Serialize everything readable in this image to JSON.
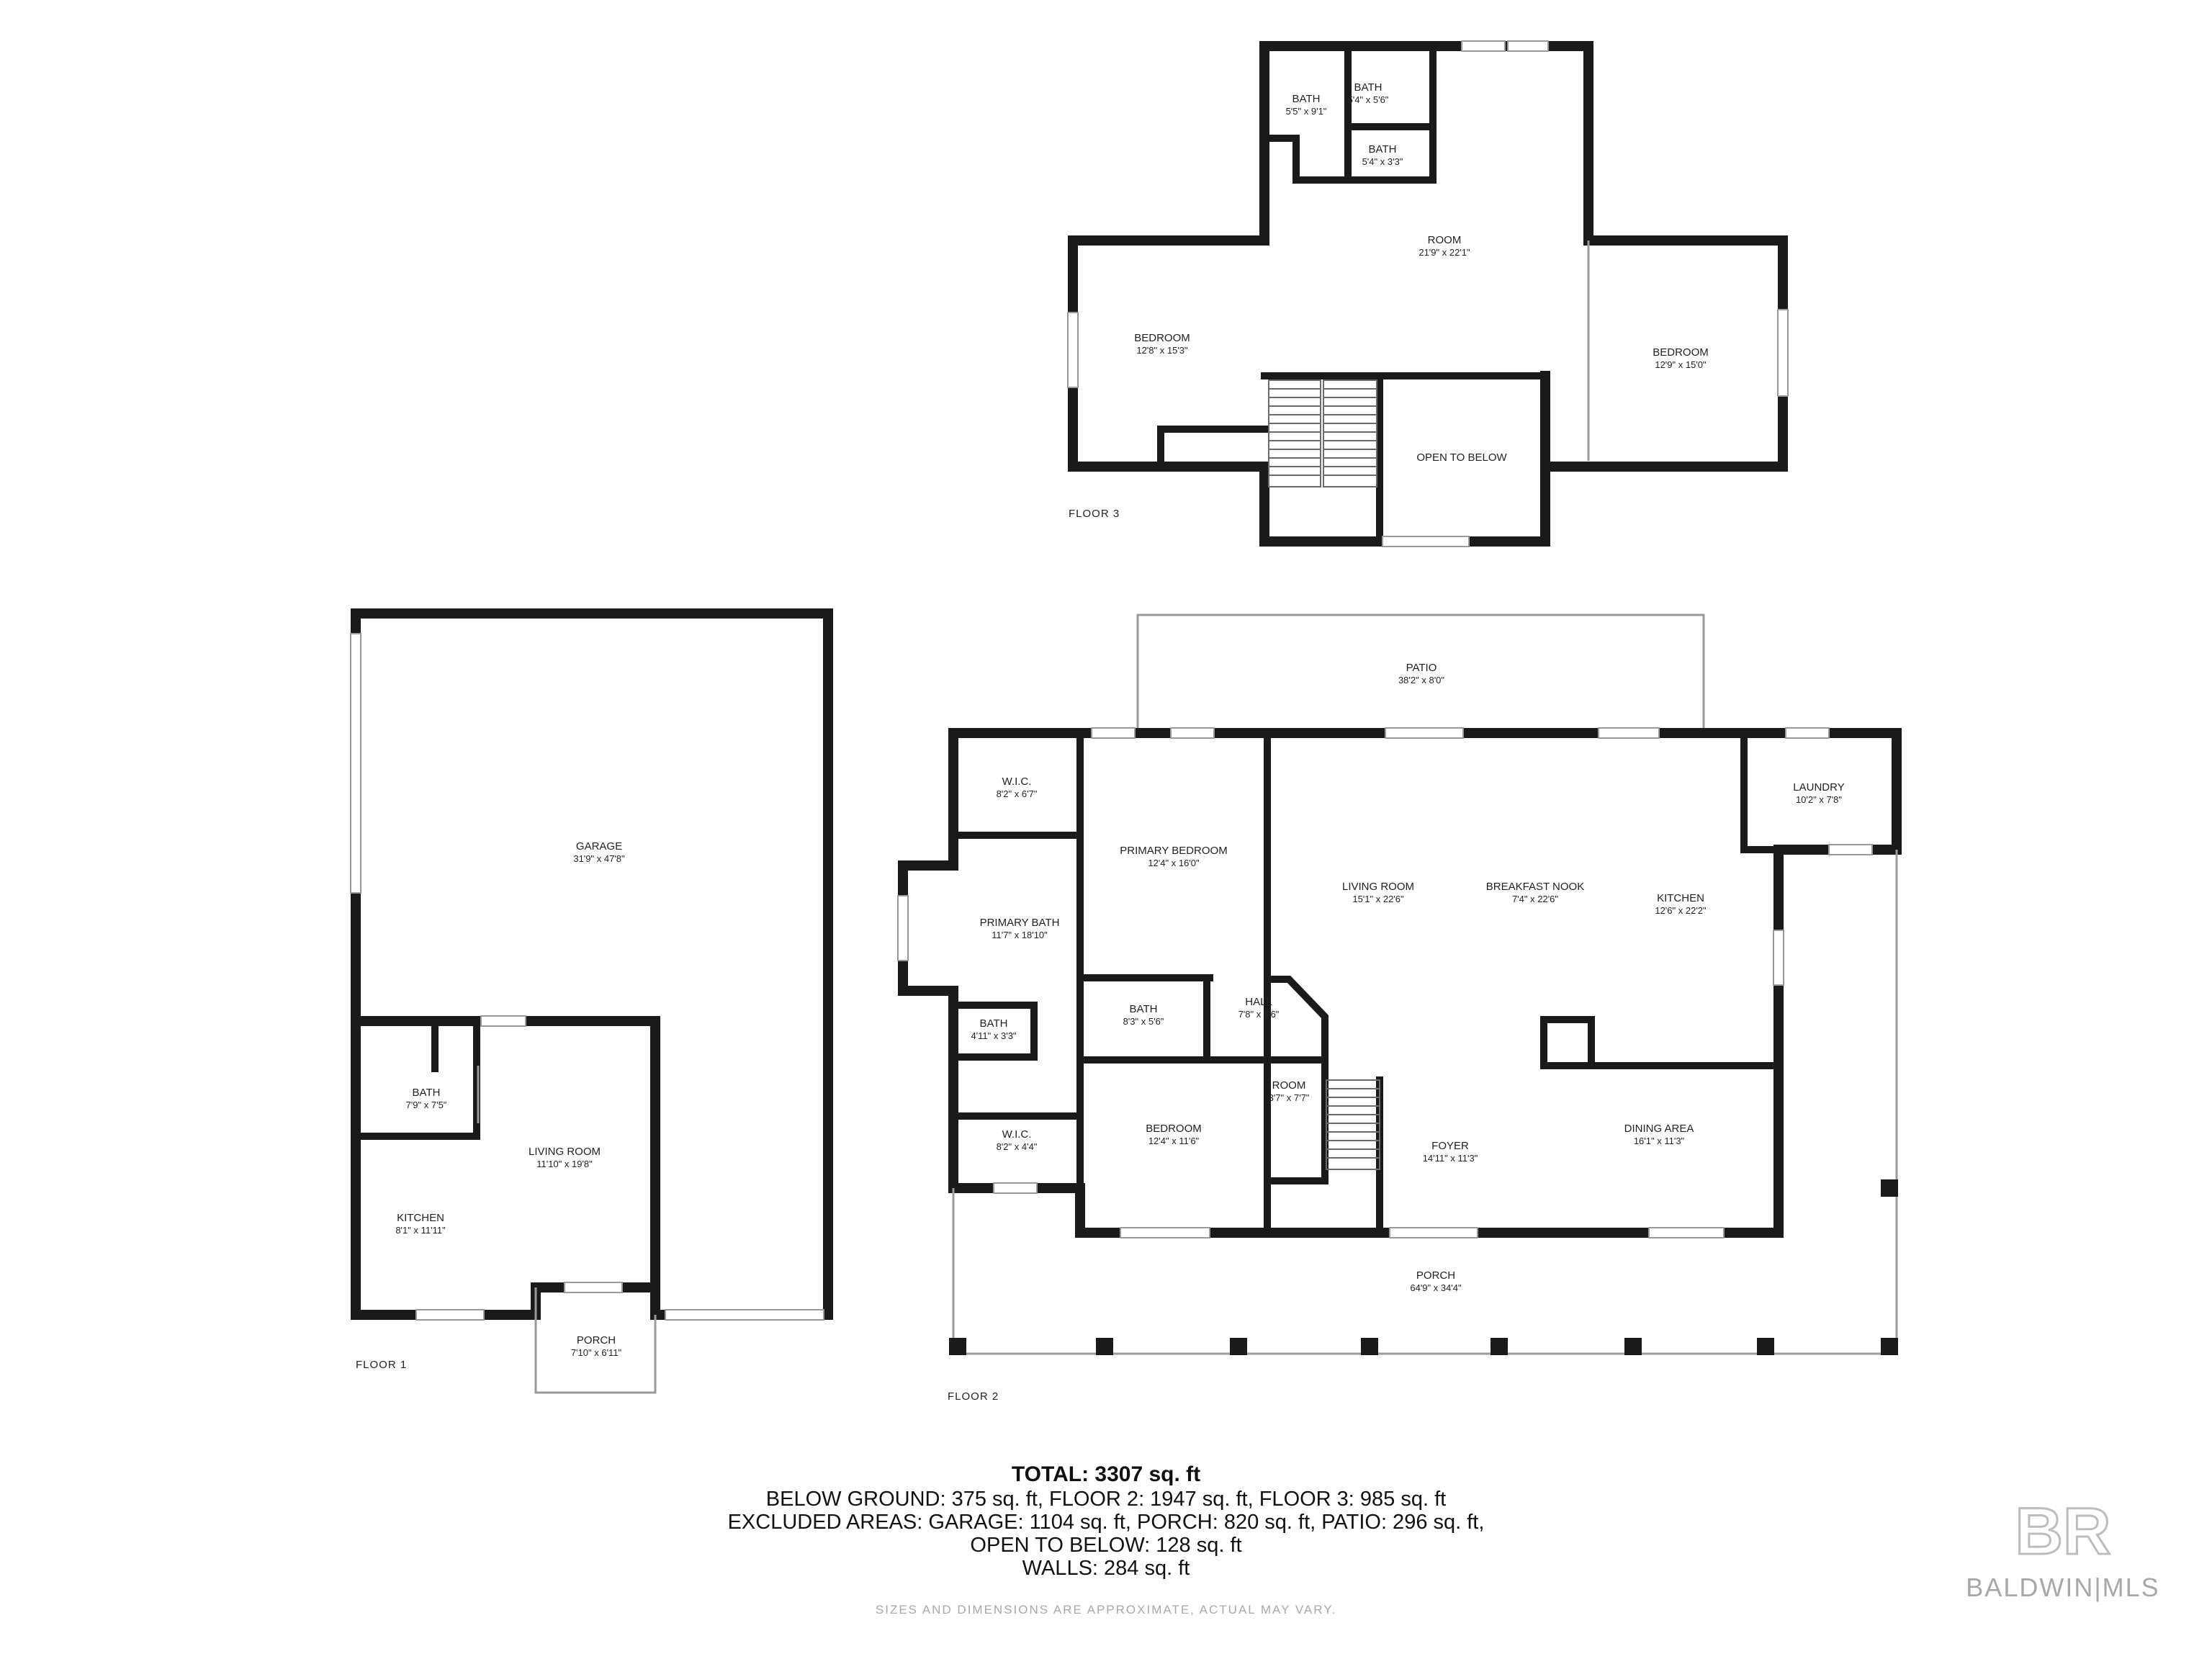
{
  "floors": {
    "floor1": {
      "label": "FLOOR 1",
      "rooms": {
        "garage": {
          "name": "GARAGE",
          "dim": "31'9\" x 47'8\""
        },
        "bath": {
          "name": "BATH",
          "dim": "7'9\" x 7'5\""
        },
        "living_room": {
          "name": "LIVING ROOM",
          "dim": "11'10\" x 19'8\""
        },
        "kitchen": {
          "name": "KITCHEN",
          "dim": "8'1\" x 11'11\""
        },
        "porch": {
          "name": "PORCH",
          "dim": "7'10\" x 6'11\""
        }
      }
    },
    "floor2": {
      "label": "FLOOR 2",
      "rooms": {
        "patio": {
          "name": "PATIO",
          "dim": "38'2\" x 8'0\""
        },
        "wic_top": {
          "name": "W.I.C.",
          "dim": "8'2\" x 6'7\""
        },
        "primary_bedroom": {
          "name": "PRIMARY BEDROOM",
          "dim": "12'4\" x 16'0\""
        },
        "primary_bath": {
          "name": "PRIMARY BATH",
          "dim": "11'7\" x 18'10\""
        },
        "living_room": {
          "name": "LIVING ROOM",
          "dim": "15'1\" x 22'6\""
        },
        "breakfast_nook": {
          "name": "BREAKFAST NOOK",
          "dim": "7'4\" x 22'6\""
        },
        "kitchen": {
          "name": "KITCHEN",
          "dim": "12'6\" x 22'2\""
        },
        "laundry": {
          "name": "LAUNDRY",
          "dim": "10'2\" x 7'8\""
        },
        "bath_small": {
          "name": "BATH",
          "dim": "4'11\" x 3'3\""
        },
        "bath": {
          "name": "BATH",
          "dim": "8'3\" x 5'6\""
        },
        "hall": {
          "name": "HALL",
          "dim": "7'8\" x 5'6\""
        },
        "room": {
          "name": "ROOM",
          "dim": "3'7\" x 7'7\""
        },
        "wic_bottom": {
          "name": "W.I.C.",
          "dim": "8'2\" x 4'4\""
        },
        "bedroom": {
          "name": "BEDROOM",
          "dim": "12'4\" x 11'6\""
        },
        "foyer": {
          "name": "FOYER",
          "dim": "14'11\" x 11'3\""
        },
        "dining_area": {
          "name": "DINING AREA",
          "dim": "16'1\" x 11'3\""
        },
        "porch": {
          "name": "PORCH",
          "dim": "64'9\" x 34'4\""
        }
      }
    },
    "floor3": {
      "label": "FLOOR 3",
      "rooms": {
        "bath_a": {
          "name": "BATH",
          "dim": "5'5\" x 9'1\""
        },
        "bath_b": {
          "name": "BATH",
          "dim": "5'4\" x 5'6\""
        },
        "bath_c": {
          "name": "BATH",
          "dim": "5'4\" x 3'3\""
        },
        "room": {
          "name": "ROOM",
          "dim": "21'9\" x 22'1\""
        },
        "bedroom_left": {
          "name": "BEDROOM",
          "dim": "12'8\" x 15'3\""
        },
        "bedroom_right": {
          "name": "BEDROOM",
          "dim": "12'9\" x 15'0\""
        },
        "open_to_below": {
          "name": "OPEN TO BELOW"
        }
      }
    }
  },
  "summary": {
    "total": "TOTAL: 3307 sq. ft",
    "line1": "BELOW GROUND: 375 sq. ft, FLOOR 2: 1947 sq. ft, FLOOR 3: 985 sq. ft",
    "line2": "EXCLUDED AREAS: GARAGE: 1104 sq. ft, PORCH: 820 sq. ft, PATIO: 296 sq. ft,",
    "line3": "OPEN TO BELOW: 128 sq. ft",
    "line4": "WALLS: 284 sq. ft"
  },
  "disclaimer": "SIZES AND DIMENSIONS ARE APPROXIMATE, ACTUAL MAY VARY.",
  "logo": {
    "mark": "BR",
    "name": "BALDWIN|MLS"
  },
  "colors": {
    "wall": "#1a1a1a",
    "thin_line": "#9a9a9a",
    "logo_gray": "#a8a8a8"
  }
}
